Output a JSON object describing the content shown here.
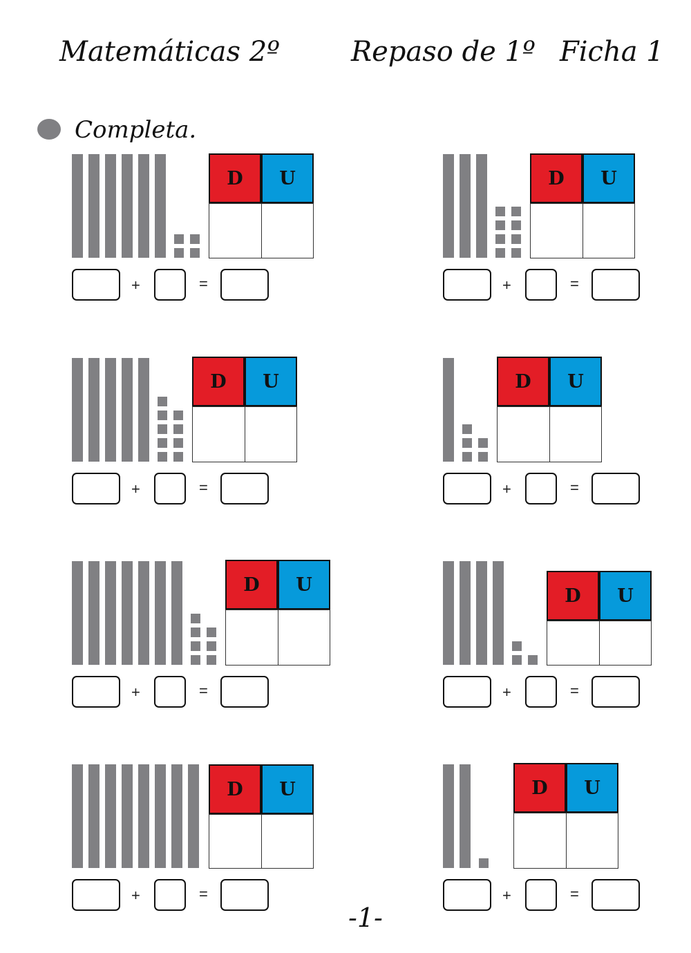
{
  "header": {
    "subject": "Matemáticas 2º",
    "topic": "Repaso de 1º",
    "sheet": "Ficha 1"
  },
  "instruction": "Completa.",
  "page_number": "-1-",
  "table_headers": {
    "tens": "D",
    "units": "U"
  },
  "equation_symbols": {
    "plus": "+",
    "equals": "="
  },
  "colors": {
    "tens_header": "#e31d26",
    "units_header": "#069adb",
    "blocks": "#808083"
  },
  "exercises": [
    {
      "id": 1,
      "tens_rods": 6,
      "unit_cubes": 4
    },
    {
      "id": 2,
      "tens_rods": 3,
      "unit_cubes": 8
    },
    {
      "id": 3,
      "tens_rods": 5,
      "unit_cubes": 9
    },
    {
      "id": 4,
      "tens_rods": 1,
      "unit_cubes": 5
    },
    {
      "id": 5,
      "tens_rods": 7,
      "unit_cubes": 7
    },
    {
      "id": 6,
      "tens_rods": 4,
      "unit_cubes": 3
    },
    {
      "id": 7,
      "tens_rods": 8,
      "unit_cubes": 0
    },
    {
      "id": 8,
      "tens_rods": 2,
      "unit_cubes": 1
    }
  ]
}
